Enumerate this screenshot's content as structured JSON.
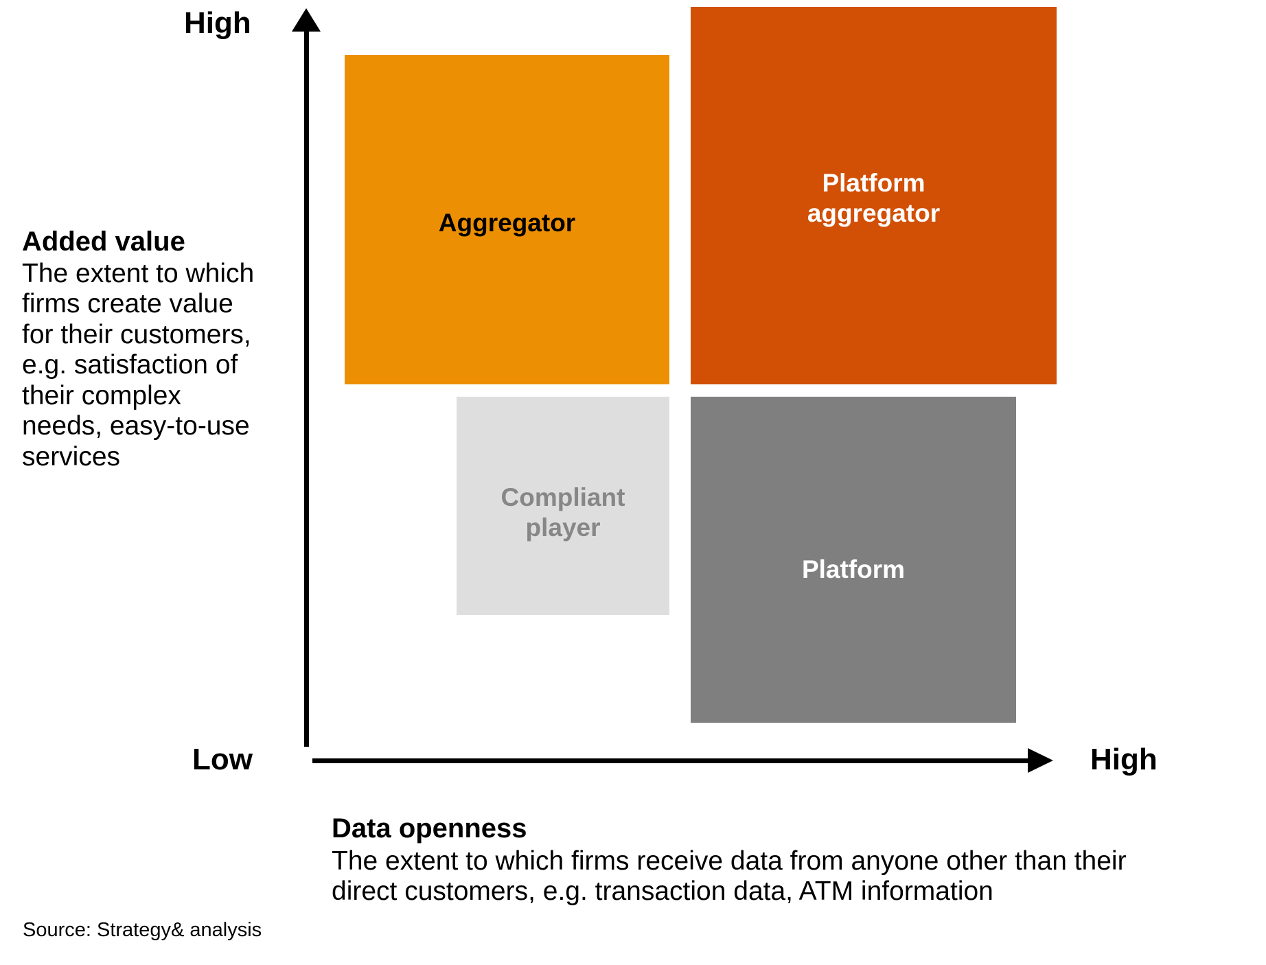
{
  "chart_data": {
    "type": "matrix",
    "title": "",
    "xlabel": "Data openness",
    "ylabel": "Added value",
    "x_axis": {
      "label_bold": "Data openness",
      "label_description": "The extent to which firms receive data from anyone other than their direct customers, e.g. transaction data, ATM information",
      "low_tick": "Low",
      "high_tick": "High",
      "arrow": "right"
    },
    "y_axis": {
      "label_bold": "Added value",
      "label_description": "The extent to which firms create value for their customers, e.g. satisfaction of their complex needs, easy-to-use services",
      "high_tick": "High",
      "arrow": "up"
    },
    "quadrants": [
      {
        "id": "aggregator",
        "label": "Aggregator",
        "x_position": "low-mid",
        "y_position": "high",
        "fill": "#EC8F03",
        "text_color": "#000000"
      },
      {
        "id": "platform-aggregator",
        "label": "Platform\naggregator",
        "x_position": "high",
        "y_position": "high",
        "fill": "#D24F06",
        "text_color": "#FFFFFF"
      },
      {
        "id": "compliant-player",
        "label": "Compliant\nplayer",
        "x_position": "low-mid",
        "y_position": "mid-low",
        "fill": "#DEDEDE",
        "text_color": "#878787"
      },
      {
        "id": "platform",
        "label": "Platform",
        "x_position": "high",
        "y_position": "low",
        "fill": "#7F7F7F",
        "text_color": "#FFFFFF"
      }
    ],
    "legend": [],
    "grid": false
  },
  "y_axis": {
    "high_label": "High",
    "caption_title": "Added value",
    "caption_body": "The extent to which firms create value for their customers, e.g. satisfaction of their complex needs, easy-to-use services"
  },
  "x_axis": {
    "low_label": "Low",
    "high_label": "High",
    "caption_title": "Data openness",
    "caption_body": "The extent to which firms receive data from anyone other than their direct customers, e.g. transaction data, ATM information"
  },
  "quadrants": {
    "aggregator": "Aggregator",
    "platform_aggregator": "Platform\naggregator",
    "compliant_player": "Compliant\nplayer",
    "platform": "Platform"
  },
  "source": "Source: Strategy& analysis",
  "colors": {
    "aggregator": "#EC8F03",
    "platform_aggregator": "#D24F06",
    "compliant_player": "#DEDEDE",
    "compliant_player_text": "#878787",
    "platform": "#7F7F7F",
    "axis": "#000000",
    "background": "#FFFFFF"
  }
}
